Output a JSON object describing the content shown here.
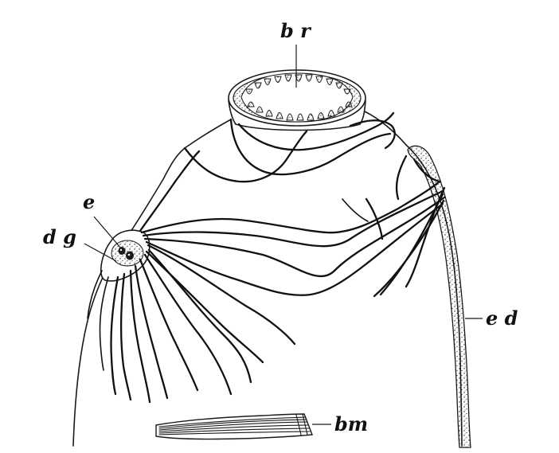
{
  "figure": {
    "labels": {
      "br": "b r",
      "e": "e",
      "dg": "d g",
      "ed": "e d",
      "bm": "bm"
    }
  }
}
